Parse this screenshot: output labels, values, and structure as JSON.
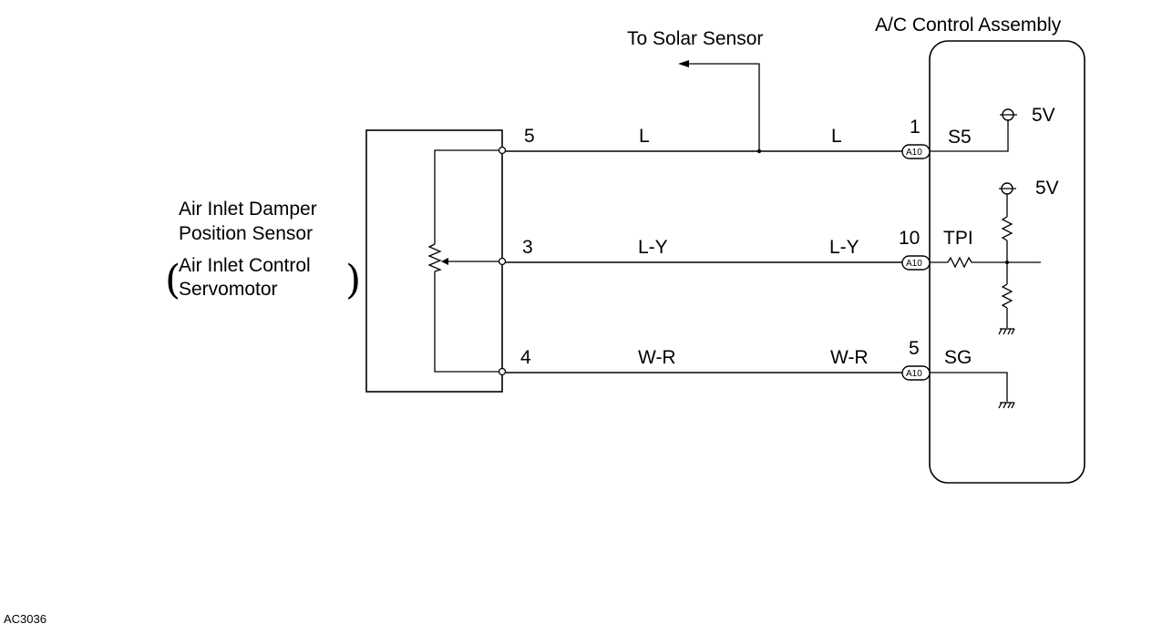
{
  "diagram": {
    "sensor": {
      "title_line1": "Air Inlet Damper",
      "title_line2": "Position Sensor",
      "sub_line1": "Air Inlet Control",
      "sub_line2": "Servomotor"
    },
    "assembly": {
      "title": "A/C Control Assembly",
      "connector_code": "A10"
    },
    "solar": "To Solar Sensor",
    "wires": [
      {
        "sensor_pin": "5",
        "color_left": "L",
        "color_right": "L",
        "ecu_pin": "1",
        "terminal": "S5"
      },
      {
        "sensor_pin": "3",
        "color_left": "L-Y",
        "color_right": "L-Y",
        "ecu_pin": "10",
        "terminal": "TPI"
      },
      {
        "sensor_pin": "4",
        "color_left": "W-R",
        "color_right": "W-R",
        "ecu_pin": "5",
        "terminal": "SG"
      }
    ],
    "voltages": [
      "5V",
      "5V"
    ],
    "figure_id": "AC3036"
  }
}
